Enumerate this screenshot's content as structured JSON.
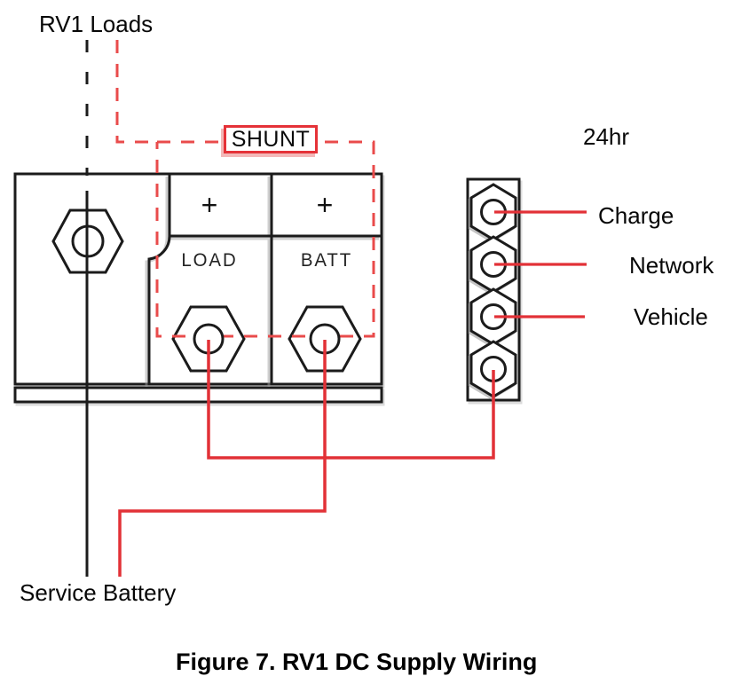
{
  "figure": {
    "caption": "Figure 7. RV1 DC Supply Wiring"
  },
  "labels": {
    "rv1_loads": "RV1 Loads",
    "shunt": "SHUNT",
    "load_plus": "+",
    "batt_plus": "+",
    "load": "LOAD",
    "batt": "BATT",
    "hours": "24hr",
    "charge": "Charge",
    "network": "Network",
    "vehicle": "Vehicle",
    "service_battery": "Service Battery"
  },
  "colors": {
    "wire_red": "#e23137",
    "dash_red": "#e94b4b",
    "line_black": "#1b1b1b",
    "shunt_border": "#e53238",
    "shunt_shadow_pink": "#f3b8b8"
  }
}
